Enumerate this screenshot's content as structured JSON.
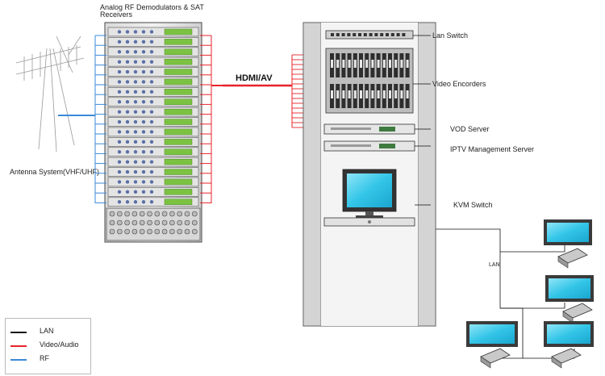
{
  "labels": {
    "demod_title_1": "Analog RF Demodulators & SAT",
    "demod_title_2": "Receivers",
    "antenna": "Antenna System(VHF/UHF)",
    "hdmi": "HDMI/AV",
    "lan_switch": "Lan Switch",
    "video_encoders": "Video Encorders",
    "vod_server": "VOD Server",
    "iptv_server": "IPTV Management Server",
    "kvm_switch": "KVM Switch",
    "lan": "LAN"
  },
  "legend": [
    {
      "label": "LAN",
      "color": "#111111"
    },
    {
      "label": "Video/Audio",
      "color": "#e8232a"
    },
    {
      "label": "RF",
      "color": "#3a8ad8"
    }
  ],
  "colors": {
    "rf": "#3a8ad8",
    "video": "#e8232a",
    "lan": "#111111",
    "screen": "#33c5e8",
    "module_green": "#7cc242"
  }
}
